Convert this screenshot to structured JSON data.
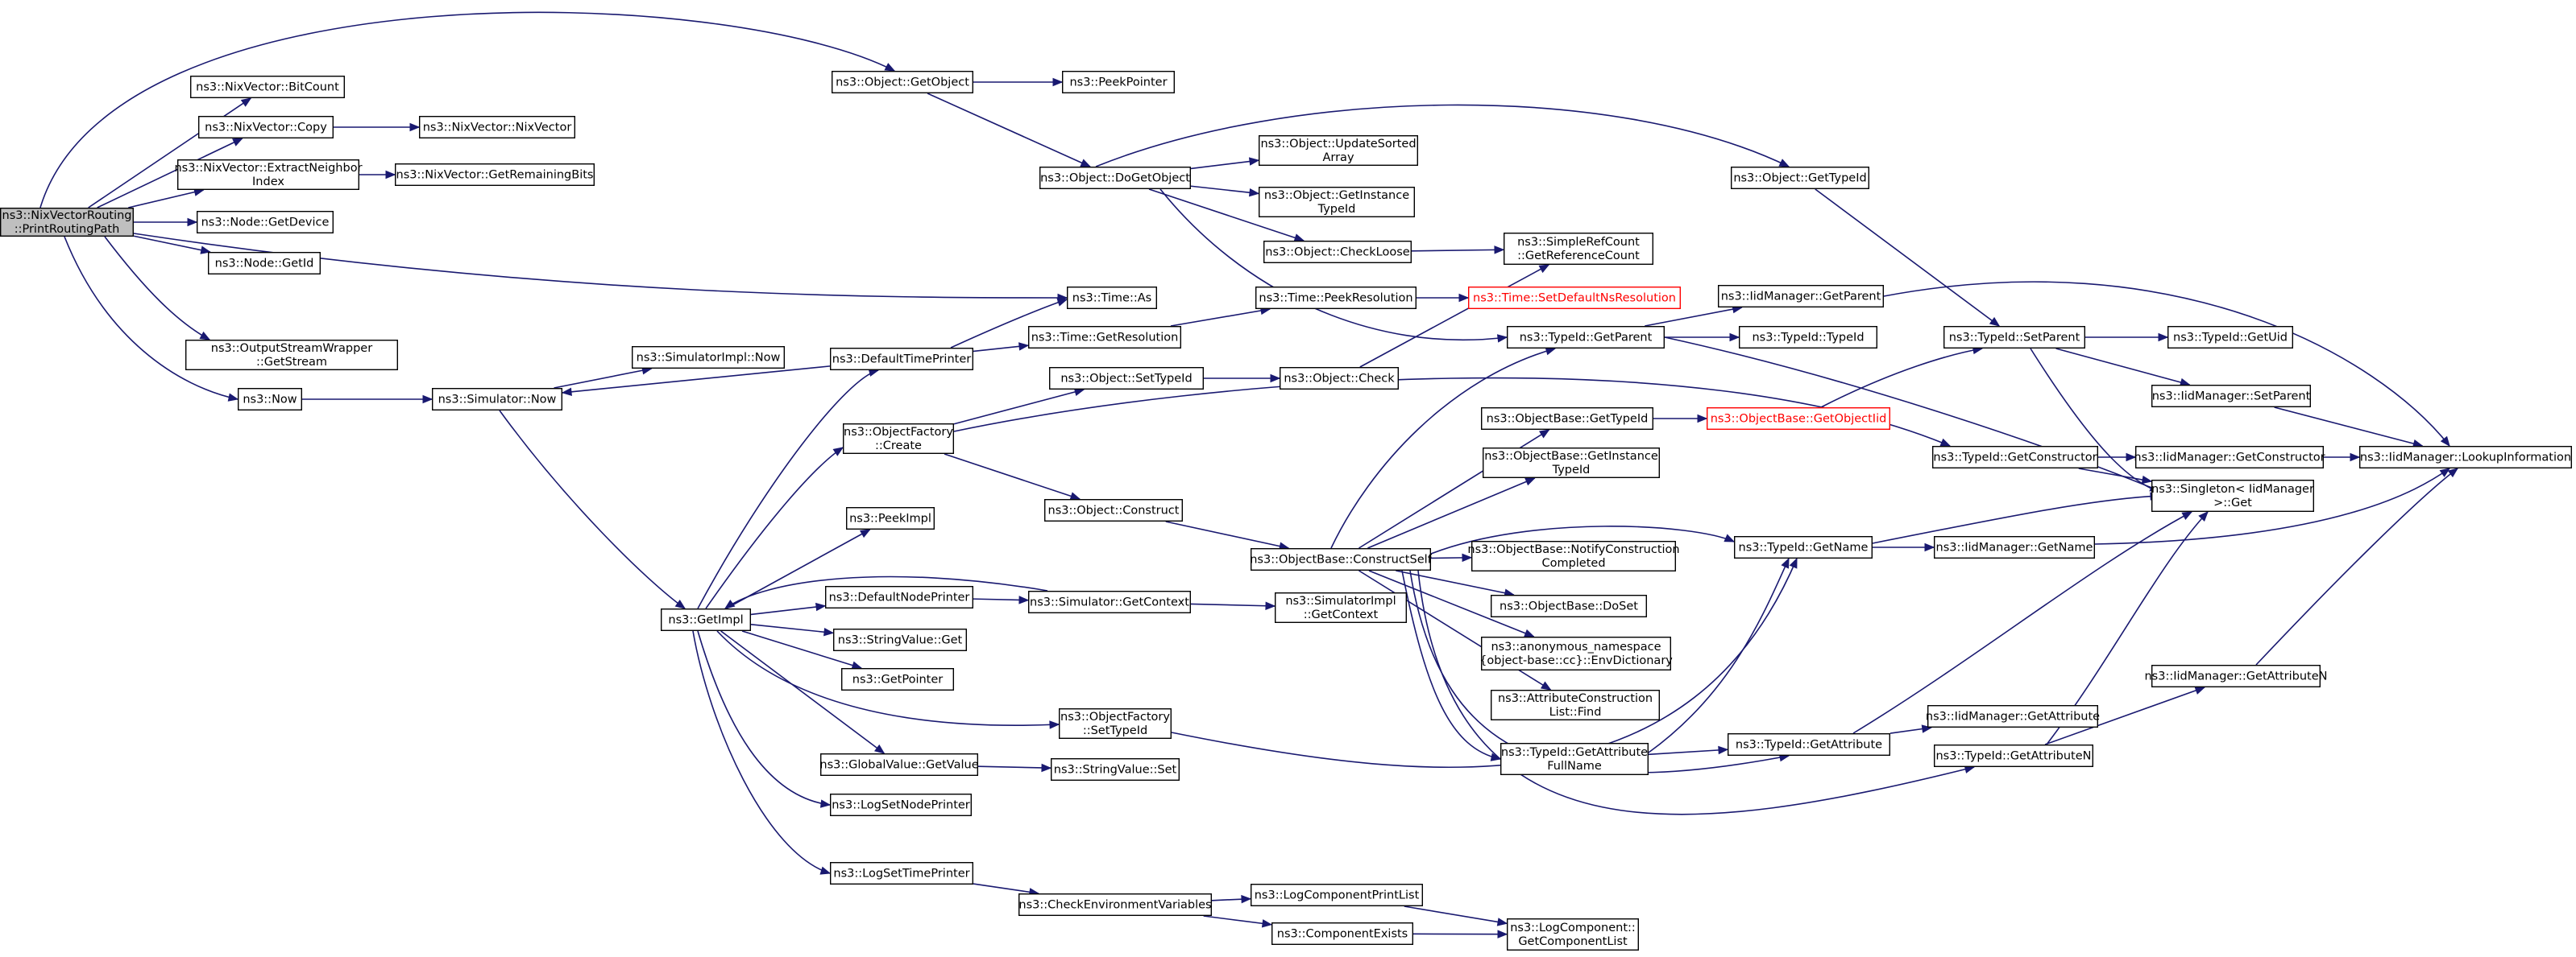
{
  "diagram": {
    "nodes": [
      {
        "id": "root",
        "lines": [
          "ns3::NixVectorRouting",
          "::PrintRoutingPath"
        ],
        "root": true
      },
      {
        "id": "bitcount",
        "lines": [
          "ns3::NixVector::BitCount"
        ]
      },
      {
        "id": "copy",
        "lines": [
          "ns3::NixVector::Copy"
        ]
      },
      {
        "id": "nixvector",
        "lines": [
          "ns3::NixVector::NixVector"
        ]
      },
      {
        "id": "extract",
        "lines": [
          "ns3::NixVector::ExtractNeighbor",
          "Index"
        ]
      },
      {
        "id": "remaining",
        "lines": [
          "ns3::NixVector::GetRemainingBits"
        ]
      },
      {
        "id": "getdevice",
        "lines": [
          "ns3::Node::GetDevice"
        ]
      },
      {
        "id": "getid",
        "lines": [
          "ns3::Node::GetId"
        ]
      },
      {
        "id": "osw",
        "lines": [
          "ns3::OutputStreamWrapper",
          "::GetStream"
        ]
      },
      {
        "id": "now",
        "lines": [
          "ns3::Now"
        ]
      },
      {
        "id": "getobject",
        "lines": [
          "ns3::Object::GetObject"
        ]
      },
      {
        "id": "peekpointer",
        "lines": [
          "ns3::PeekPointer"
        ]
      },
      {
        "id": "dogetobject",
        "lines": [
          "ns3::Object::DoGetObject"
        ]
      },
      {
        "id": "updatesorted",
        "lines": [
          "ns3::Object::UpdateSorted",
          "Array"
        ]
      },
      {
        "id": "getinstance",
        "lines": [
          "ns3::Object::GetInstance",
          "TypeId"
        ]
      },
      {
        "id": "checkloose",
        "lines": [
          "ns3::Object::CheckLoose"
        ]
      },
      {
        "id": "simplerefcount",
        "lines": [
          "ns3::SimpleRefCount",
          "::GetReferenceCount"
        ]
      },
      {
        "id": "objgettypeid",
        "lines": [
          "ns3::Object::GetTypeId"
        ]
      },
      {
        "id": "timeas",
        "lines": [
          "ns3::Time::As"
        ]
      },
      {
        "id": "simimplnow",
        "lines": [
          "ns3::SimulatorImpl::Now"
        ]
      },
      {
        "id": "defaulttimeprinter",
        "lines": [
          "ns3::DefaultTimePrinter"
        ]
      },
      {
        "id": "getresolution",
        "lines": [
          "ns3::Time::GetResolution"
        ]
      },
      {
        "id": "peekresolution",
        "lines": [
          "ns3::Time::PeekResolution"
        ]
      },
      {
        "id": "setdefaultns",
        "lines": [
          "ns3::Time::SetDefaultNsResolution"
        ],
        "red": true
      },
      {
        "id": "iidgetparent",
        "lines": [
          "ns3::IidManager::GetParent"
        ]
      },
      {
        "id": "typeidgetparent",
        "lines": [
          "ns3::TypeId::GetParent"
        ]
      },
      {
        "id": "typeidtypeid",
        "lines": [
          "ns3::TypeId::TypeId"
        ]
      },
      {
        "id": "simnow",
        "lines": [
          "ns3::Simulator::Now"
        ]
      },
      {
        "id": "setparent",
        "lines": [
          "ns3::TypeId::SetParent"
        ]
      },
      {
        "id": "getuid",
        "lines": [
          "ns3::TypeId::GetUid"
        ]
      },
      {
        "id": "iidsetparent",
        "lines": [
          "ns3::IidManager::SetParent"
        ]
      },
      {
        "id": "settypeid",
        "lines": [
          "ns3::Object::SetTypeId"
        ]
      },
      {
        "id": "objcheck",
        "lines": [
          "ns3::Object::Check"
        ]
      },
      {
        "id": "ofcreate",
        "lines": [
          "ns3::ObjectFactory",
          "::Create"
        ]
      },
      {
        "id": "obgettypeid",
        "lines": [
          "ns3::ObjectBase::GetTypeId"
        ]
      },
      {
        "id": "getobjectiid",
        "lines": [
          "ns3::ObjectBase::GetObjectIid"
        ],
        "red": true
      },
      {
        "id": "obgetinstance",
        "lines": [
          "ns3::ObjectBase::GetInstance",
          "TypeId"
        ]
      },
      {
        "id": "typeidgetconstructor",
        "lines": [
          "ns3::TypeId::GetConstructor"
        ]
      },
      {
        "id": "iidgetconstructor",
        "lines": [
          "ns3::IidManager::GetConstructor"
        ]
      },
      {
        "id": "lookup",
        "lines": [
          "ns3::IidManager::LookupInformation"
        ]
      },
      {
        "id": "singleton",
        "lines": [
          "ns3::Singleton< IidManager",
          ">::Get"
        ]
      },
      {
        "id": "peekimpl",
        "lines": [
          "ns3::PeekImpl"
        ]
      },
      {
        "id": "objconstruct",
        "lines": [
          "ns3::Object::Construct"
        ]
      },
      {
        "id": "constructself",
        "lines": [
          "ns3::ObjectBase::ConstructSelf"
        ]
      },
      {
        "id": "notify",
        "lines": [
          "ns3::ObjectBase::NotifyConstruction",
          "Completed"
        ]
      },
      {
        "id": "typeidgetname",
        "lines": [
          "ns3::TypeId::GetName"
        ]
      },
      {
        "id": "iidgetname",
        "lines": [
          "ns3::IidManager::GetName"
        ]
      },
      {
        "id": "getimpl",
        "lines": [
          "ns3::GetImpl"
        ]
      },
      {
        "id": "defaultnodeprinter",
        "lines": [
          "ns3::DefaultNodePrinter"
        ]
      },
      {
        "id": "simgetcontext",
        "lines": [
          "ns3::Simulator::GetContext"
        ]
      },
      {
        "id": "simimplgetcontext",
        "lines": [
          "ns3::SimulatorImpl",
          "::GetContext"
        ]
      },
      {
        "id": "doset",
        "lines": [
          "ns3::ObjectBase::DoSet"
        ]
      },
      {
        "id": "stringvalueget",
        "lines": [
          "ns3::StringValue::Get"
        ]
      },
      {
        "id": "envdict",
        "lines": [
          "ns3::anonymous_namespace",
          "{object-base::cc}::EnvDictionary"
        ]
      },
      {
        "id": "getpointer",
        "lines": [
          "ns3::GetPointer"
        ]
      },
      {
        "id": "attrfind",
        "lines": [
          "ns3::AttributeConstruction",
          "List::Find"
        ]
      },
      {
        "id": "iidgetattrn",
        "lines": [
          "ns3::IidManager::GetAttributeN"
        ]
      },
      {
        "id": "ofsettypeid",
        "lines": [
          "ns3::ObjectFactory",
          "::SetTypeId"
        ]
      },
      {
        "id": "getattrfullname",
        "lines": [
          "ns3::TypeId::GetAttribute",
          "FullName"
        ]
      },
      {
        "id": "iidgetattr",
        "lines": [
          "ns3::IidManager::GetAttribute"
        ]
      },
      {
        "id": "typeidgetattr",
        "lines": [
          "ns3::TypeId::GetAttribute"
        ]
      },
      {
        "id": "globalvalue",
        "lines": [
          "ns3::GlobalValue::GetValue"
        ]
      },
      {
        "id": "stringvalueset",
        "lines": [
          "ns3::StringValue::Set"
        ]
      },
      {
        "id": "typeidgetattrn",
        "lines": [
          "ns3::TypeId::GetAttributeN"
        ]
      },
      {
        "id": "logsetnode",
        "lines": [
          "ns3::LogSetNodePrinter"
        ]
      },
      {
        "id": "logsettime",
        "lines": [
          "ns3::LogSetTimePrinter"
        ]
      },
      {
        "id": "logcompprint",
        "lines": [
          "ns3::LogComponentPrintList"
        ]
      },
      {
        "id": "checkenv",
        "lines": [
          "ns3::CheckEnvironmentVariables"
        ]
      },
      {
        "id": "compexists",
        "lines": [
          "ns3::ComponentExists"
        ]
      },
      {
        "id": "getcomplist",
        "lines": [
          "ns3::LogComponent::",
          "GetComponentList"
        ]
      }
    ],
    "edges": [
      [
        "root",
        "getobject"
      ],
      [
        "root",
        "bitcount"
      ],
      [
        "root",
        "copy"
      ],
      [
        "root",
        "extract"
      ],
      [
        "root",
        "getdevice"
      ],
      [
        "root",
        "getid"
      ],
      [
        "root",
        "timeas"
      ],
      [
        "root",
        "osw"
      ],
      [
        "root",
        "now"
      ],
      [
        "copy",
        "nixvector"
      ],
      [
        "extract",
        "remaining"
      ],
      [
        "now",
        "simnow"
      ],
      [
        "getobject",
        "peekpointer"
      ],
      [
        "getobject",
        "dogetobject"
      ],
      [
        "dogetobject",
        "objgettypeid"
      ],
      [
        "dogetobject",
        "updatesorted"
      ],
      [
        "dogetobject",
        "getinstance"
      ],
      [
        "dogetobject",
        "checkloose"
      ],
      [
        "dogetobject",
        "typeidgetparent"
      ],
      [
        "checkloose",
        "simplerefcount"
      ],
      [
        "objgettypeid",
        "setparent"
      ],
      [
        "simnow",
        "simimplnow"
      ],
      [
        "simnow",
        "getimpl"
      ],
      [
        "defaulttimeprinter",
        "simnow"
      ],
      [
        "defaulttimeprinter",
        "timeas"
      ],
      [
        "defaulttimeprinter",
        "getresolution"
      ],
      [
        "getresolution",
        "peekresolution"
      ],
      [
        "peekresolution",
        "setdefaultns"
      ],
      [
        "typeidgetparent",
        "iidgetparent"
      ],
      [
        "typeidgetparent",
        "typeidtypeid"
      ],
      [
        "typeidgetparent",
        "singleton"
      ],
      [
        "iidgetparent",
        "lookup"
      ],
      [
        "setparent",
        "getuid"
      ],
      [
        "setparent",
        "iidsetparent"
      ],
      [
        "setparent",
        "singleton"
      ],
      [
        "iidsetparent",
        "lookup"
      ],
      [
        "settypeid",
        "objcheck"
      ],
      [
        "objcheck",
        "simplerefcount"
      ],
      [
        "ofcreate",
        "settypeid"
      ],
      [
        "ofcreate",
        "typeidgetconstructor"
      ],
      [
        "ofcreate",
        "objconstruct"
      ],
      [
        "obgettypeid",
        "getobjectiid"
      ],
      [
        "getobjectiid",
        "setparent"
      ],
      [
        "typeidgetconstructor",
        "iidgetconstructor"
      ],
      [
        "typeidgetconstructor",
        "singleton"
      ],
      [
        "iidgetconstructor",
        "lookup"
      ],
      [
        "objconstruct",
        "constructself"
      ],
      [
        "constructself",
        "typeidgetparent"
      ],
      [
        "constructself",
        "obgettypeid"
      ],
      [
        "constructself",
        "obgetinstance"
      ],
      [
        "constructself",
        "notify"
      ],
      [
        "constructself",
        "typeidgetname"
      ],
      [
        "constructself",
        "doset"
      ],
      [
        "constructself",
        "envdict"
      ],
      [
        "constructself",
        "attrfind"
      ],
      [
        "constructself",
        "getattrfullname"
      ],
      [
        "constructself",
        "typeidgetattr"
      ],
      [
        "constructself",
        "typeidgetattrn"
      ],
      [
        "typeidgetname",
        "singleton"
      ],
      [
        "typeidgetname",
        "iidgetname"
      ],
      [
        "iidgetname",
        "lookup"
      ],
      [
        "getimpl",
        "defaulttimeprinter"
      ],
      [
        "getimpl",
        "ofcreate"
      ],
      [
        "getimpl",
        "peekimpl"
      ],
      [
        "getimpl",
        "defaultnodeprinter"
      ],
      [
        "getimpl",
        "stringvalueget"
      ],
      [
        "getimpl",
        "getpointer"
      ],
      [
        "getimpl",
        "ofsettypeid"
      ],
      [
        "getimpl",
        "globalvalue"
      ],
      [
        "getimpl",
        "logsetnode"
      ],
      [
        "getimpl",
        "logsettime"
      ],
      [
        "defaultnodeprinter",
        "simgetcontext"
      ],
      [
        "simgetcontext",
        "getimpl"
      ],
      [
        "simgetcontext",
        "simimplgetcontext"
      ],
      [
        "ofsettypeid",
        "typeidgetname"
      ],
      [
        "getattrfullname",
        "typeidgetname"
      ],
      [
        "getattrfullname",
        "typeidgetattr"
      ],
      [
        "typeidgetattr",
        "singleton"
      ],
      [
        "typeidgetattr",
        "iidgetattr"
      ],
      [
        "typeidgetattrn",
        "singleton"
      ],
      [
        "typeidgetattrn",
        "iidgetattrn"
      ],
      [
        "iidgetattrn",
        "lookup"
      ],
      [
        "globalvalue",
        "stringvalueset"
      ],
      [
        "logsettime",
        "checkenv"
      ],
      [
        "checkenv",
        "logcompprint"
      ],
      [
        "checkenv",
        "compexists"
      ],
      [
        "logcompprint",
        "getcomplist"
      ],
      [
        "compexists",
        "getcomplist"
      ]
    ]
  }
}
